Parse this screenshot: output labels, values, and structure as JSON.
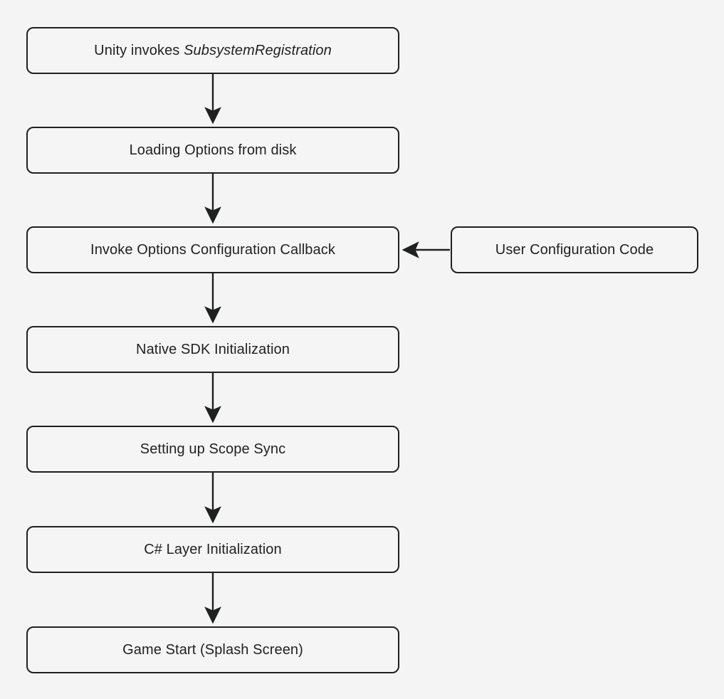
{
  "diagram": {
    "type": "flowchart",
    "orientation": "top-down",
    "background_color": "#f4f4f4",
    "node_fill_color": "#f5f5f5",
    "node_border_color": "#1f2020",
    "edge_color": "#1f2020",
    "text_color": "#1f2020",
    "nodes": [
      {
        "id": "n1",
        "label": "Unity invokes SubsystemRegistration",
        "label_plain": "Unity invokes ",
        "label_emphasis": "SubsystemRegistration"
      },
      {
        "id": "n2",
        "label": "Loading Options from disk"
      },
      {
        "id": "n3",
        "label": "Invoke Options Configuration Callback"
      },
      {
        "id": "n4",
        "label": "Native SDK Initialization"
      },
      {
        "id": "n5",
        "label": "Setting up Scope Sync"
      },
      {
        "id": "n6",
        "label": "C# Layer Initialization"
      },
      {
        "id": "n7",
        "label": "Game Start (Splash Screen)"
      },
      {
        "id": "n8",
        "label": "User Configuration Code"
      }
    ],
    "edges": [
      {
        "from": "n1",
        "to": "n2",
        "direction": "down"
      },
      {
        "from": "n2",
        "to": "n3",
        "direction": "down"
      },
      {
        "from": "n3",
        "to": "n4",
        "direction": "down"
      },
      {
        "from": "n4",
        "to": "n5",
        "direction": "down"
      },
      {
        "from": "n5",
        "to": "n6",
        "direction": "down"
      },
      {
        "from": "n6",
        "to": "n7",
        "direction": "down"
      },
      {
        "from": "n8",
        "to": "n3",
        "direction": "left"
      }
    ]
  }
}
